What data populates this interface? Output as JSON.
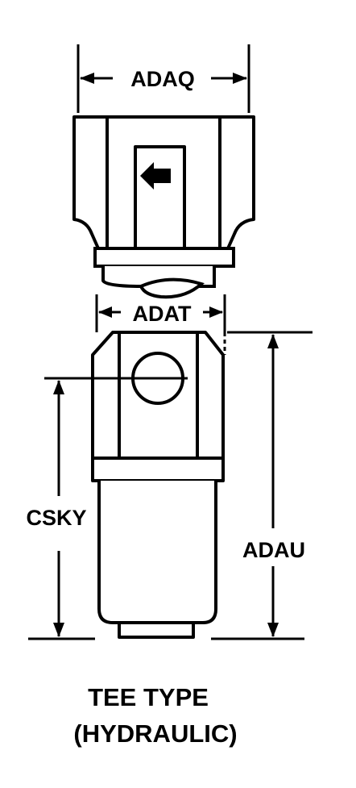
{
  "dimensions": {
    "adaq": "ADAQ",
    "adat": "ADAT",
    "csky": "CSKY",
    "adau": "ADAU"
  },
  "caption": {
    "line1": "TEE TYPE",
    "line2": "(HYDRAULIC)"
  },
  "colors": {
    "ink": "#000000",
    "paper": "#ffffff"
  }
}
